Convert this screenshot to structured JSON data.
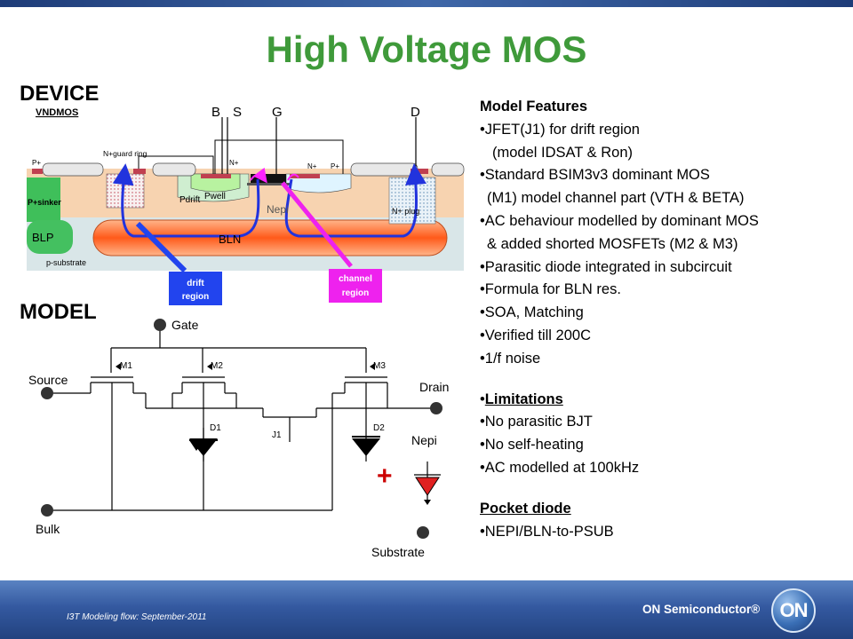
{
  "slide": {
    "title": "High Voltage MOS",
    "device_heading": "DEVICE",
    "model_heading": "MODEL"
  },
  "device": {
    "device_name": "VNDMOS",
    "terminals": [
      "B",
      "S",
      "G",
      "D"
    ],
    "regions": {
      "guard_ring": "N+guard ring",
      "p_plus": "P+",
      "n_plus": "N+",
      "p_sinker": "P+sinker",
      "pdrift": "Pdrift",
      "pwell": "Pwell",
      "nepi": "Nepi",
      "blp": "BLP",
      "bln": "BLN",
      "n_plus_plug": "N+ plug",
      "p_substrate": "p-substrate"
    },
    "callouts": {
      "drift": [
        "drift",
        "region"
      ],
      "channel": [
        "channel",
        "region"
      ]
    },
    "colors": {
      "substrate_fill": "#f0c9a8",
      "nepi_fill": "#f8d9b9",
      "bln_fill": "#ff7a3a",
      "p_sinker_fill": "#3fbf5a",
      "pwell_fill": "#b8f2a0",
      "drift_arrow": "#2233dd",
      "channel_arrow": "#ff22ff",
      "drift_box": "#2244ee",
      "channel_box": "#ee22ee"
    }
  },
  "model": {
    "gate": "Gate",
    "source": "Source",
    "drain": "Drain",
    "bulk": "Bulk",
    "substrate": "Substrate",
    "nepi": "Nepi",
    "m1": "M1",
    "m2": "M2",
    "m3": "M3",
    "d1": "D1",
    "d2": "D2",
    "j1": "J1",
    "plus": "+"
  },
  "features": {
    "heading": "Model Features",
    "items": [
      "•JFET(J1) for drift region",
      "(model IDSAT & Ron)",
      "•Standard BSIM3v3 dominant MOS",
      "(M1) model channel part (VTH & BETA)",
      "•AC behaviour modelled by dominant MOS",
      "& added shorted MOSFETs (M2 & M3)",
      "•Parasitic diode integrated in subcircuit",
      "•Formula for BLN res.",
      "•SOA, Matching",
      "•Verified till 200C",
      "•1/f noise"
    ],
    "limitations_bullet": "•",
    "limitations_heading": "Limitations",
    "limitations": [
      "•No parasitic BJT",
      "•No self-heating",
      "•AC modelled at 100kHz"
    ],
    "pocket_heading": "Pocket diode",
    "pocket": [
      "•NEPI/BLN-to-PSUB"
    ]
  },
  "footer": {
    "text": "I3T Modeling flow: September-2011",
    "brand": "ON Semiconductor®",
    "logo": "ON"
  }
}
